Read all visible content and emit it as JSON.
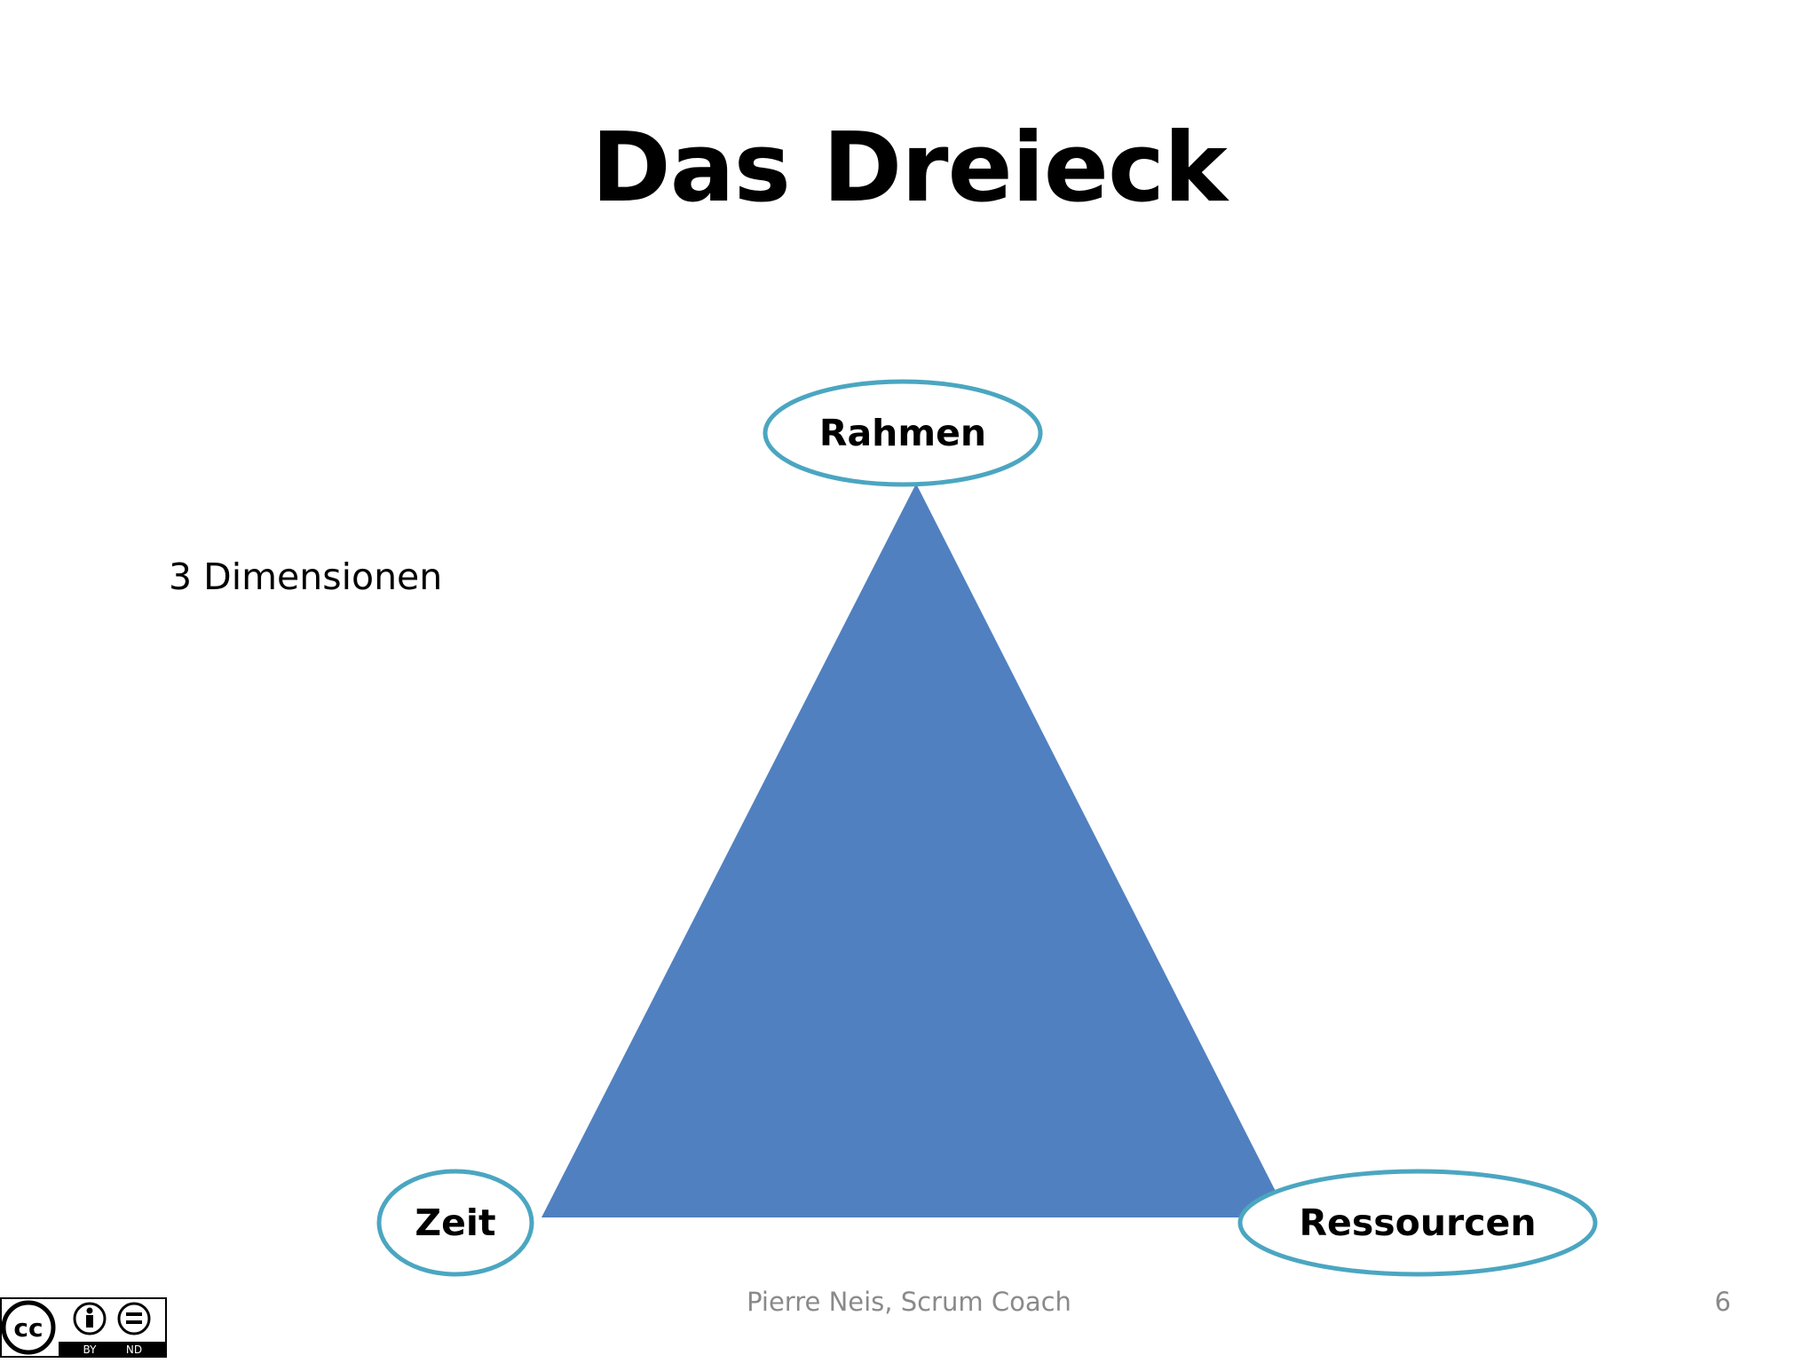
{
  "slide": {
    "title": "Das Dreieck",
    "body_text": "3 Dimensionen",
    "footer_text": "Pierre Neis, Scrum Coach",
    "page_number": "6"
  },
  "diagram": {
    "nodes": {
      "top": "Rahmen",
      "left": "Zeit",
      "right": "Ressourcen"
    },
    "colors": {
      "triangle_fill": "#5080C0",
      "ellipse_stroke": "#4BA6C1",
      "ellipse_fill": "#FFFFFF"
    }
  },
  "license_badge": {
    "icon": "creative-commons-by-nd-icon",
    "labels": [
      "BY",
      "ND"
    ]
  }
}
